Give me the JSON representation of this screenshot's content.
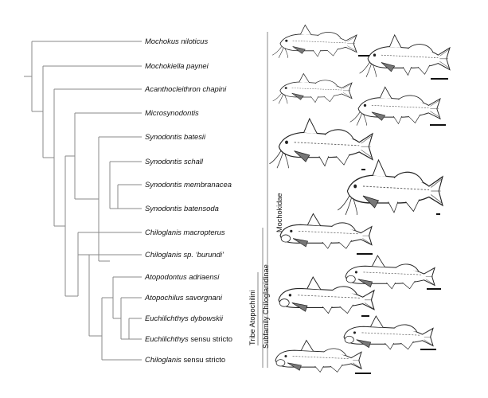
{
  "taxa": [
    {
      "genus": "Mochokus niloticus",
      "suffix": ""
    },
    {
      "genus": "Mochokiella paynei",
      "suffix": ""
    },
    {
      "genus": "Acanthocleithron chapini",
      "suffix": ""
    },
    {
      "genus": "Microsynodontis",
      "suffix": ""
    },
    {
      "genus": "Synodontis batesii",
      "suffix": ""
    },
    {
      "genus": "Synodontis schall",
      "suffix": ""
    },
    {
      "genus": "Synodontis membranacea",
      "suffix": ""
    },
    {
      "genus": "Synodontis batensoda",
      "suffix": ""
    },
    {
      "genus": "Chiloglanis macropterus",
      "suffix": ""
    },
    {
      "genus": "Chiloglanis sp. ‘burundi’",
      "suffix": ""
    },
    {
      "genus": "Atopodontus adriaensi",
      "suffix": ""
    },
    {
      "genus": "Atopochilus savorgnani",
      "suffix": ""
    },
    {
      "genus": "Euchilichthys dybowskii",
      "suffix": ""
    },
    {
      "genus": "Euchilichthys",
      "suffix": " sensu stricto"
    },
    {
      "genus": "Chiloglanis",
      "suffix": " sensu stricto"
    }
  ],
  "clade_labels": {
    "family": "Mochokidae",
    "subfamily": "Subfamily Chiloglanidinae",
    "tribe": "Tribe Atopochilini"
  },
  "illustrations": [
    "mochokus-drawing",
    "mochokiella-drawing",
    "acanthocleithron-drawing",
    "microsynodontis-drawing",
    "synodontis-small-drawing",
    "synodontis-large-drawing",
    "chiloglanis-macropterus-drawing",
    "euchilichthys-upper-drawing",
    "atopodontus-drawing",
    "atopochilus-drawing",
    "euchilichthys-lower-drawing",
    "chiloglanis-lower-drawing"
  ],
  "colors": {
    "line": "#8a8a8a",
    "ink": "#222222",
    "fin": "#666666"
  }
}
